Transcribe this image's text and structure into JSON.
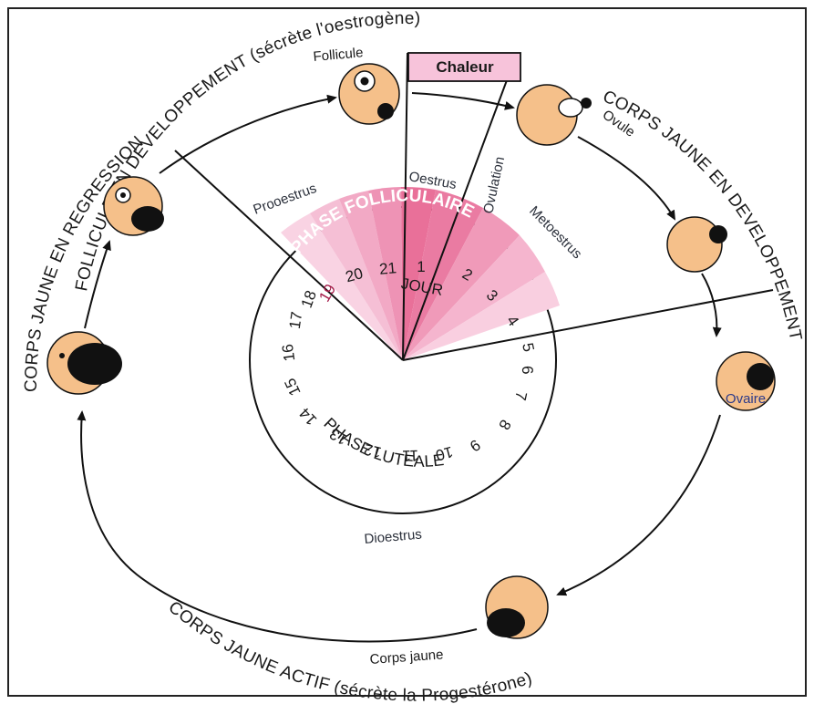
{
  "arc_labels": {
    "follicule_dev": "FOLLICULE EN DEVELOPPEMENT (sécrète l'oestrogène)",
    "cj_regression": "CORPS JAUNE EN REGRESSION",
    "cj_dev": "CORPS JAUNE EN DEVELOPPEMENT",
    "cj_actif": "CORPS JAUNE ACTIF (sécrète la Progestérone)"
  },
  "stage_labels": {
    "follicule": "Follicule",
    "chaleur": "Chaleur",
    "ovule": "Ovule",
    "ovaire": "Ovaire",
    "corps_jaune": "Corps jaune"
  },
  "phases": {
    "prooestrus": "Prooestrus",
    "oestrus": "Oestrus",
    "ovulation": "Ovulation",
    "metoestrus": "Metoestrus",
    "dioestrus": "Dioestrus"
  },
  "inner": {
    "folliculaire": "PHASE FOLLICULAIRE",
    "luteale": "PHASE LUTEALE",
    "jour": "JOUR"
  },
  "days": [
    "1",
    "2",
    "3",
    "4",
    "5",
    "6",
    "7",
    "8",
    "9",
    "10",
    "11",
    "12",
    "13",
    "14",
    "15",
    "16",
    "17",
    "18",
    "19",
    "20",
    "21"
  ],
  "colors": {
    "ovary": "#f5c08a",
    "dark": "#111111",
    "pink_deep": "#e84c7e",
    "pink_light": "#f9c8dc",
    "chaleur_box": "#f7c3da"
  }
}
